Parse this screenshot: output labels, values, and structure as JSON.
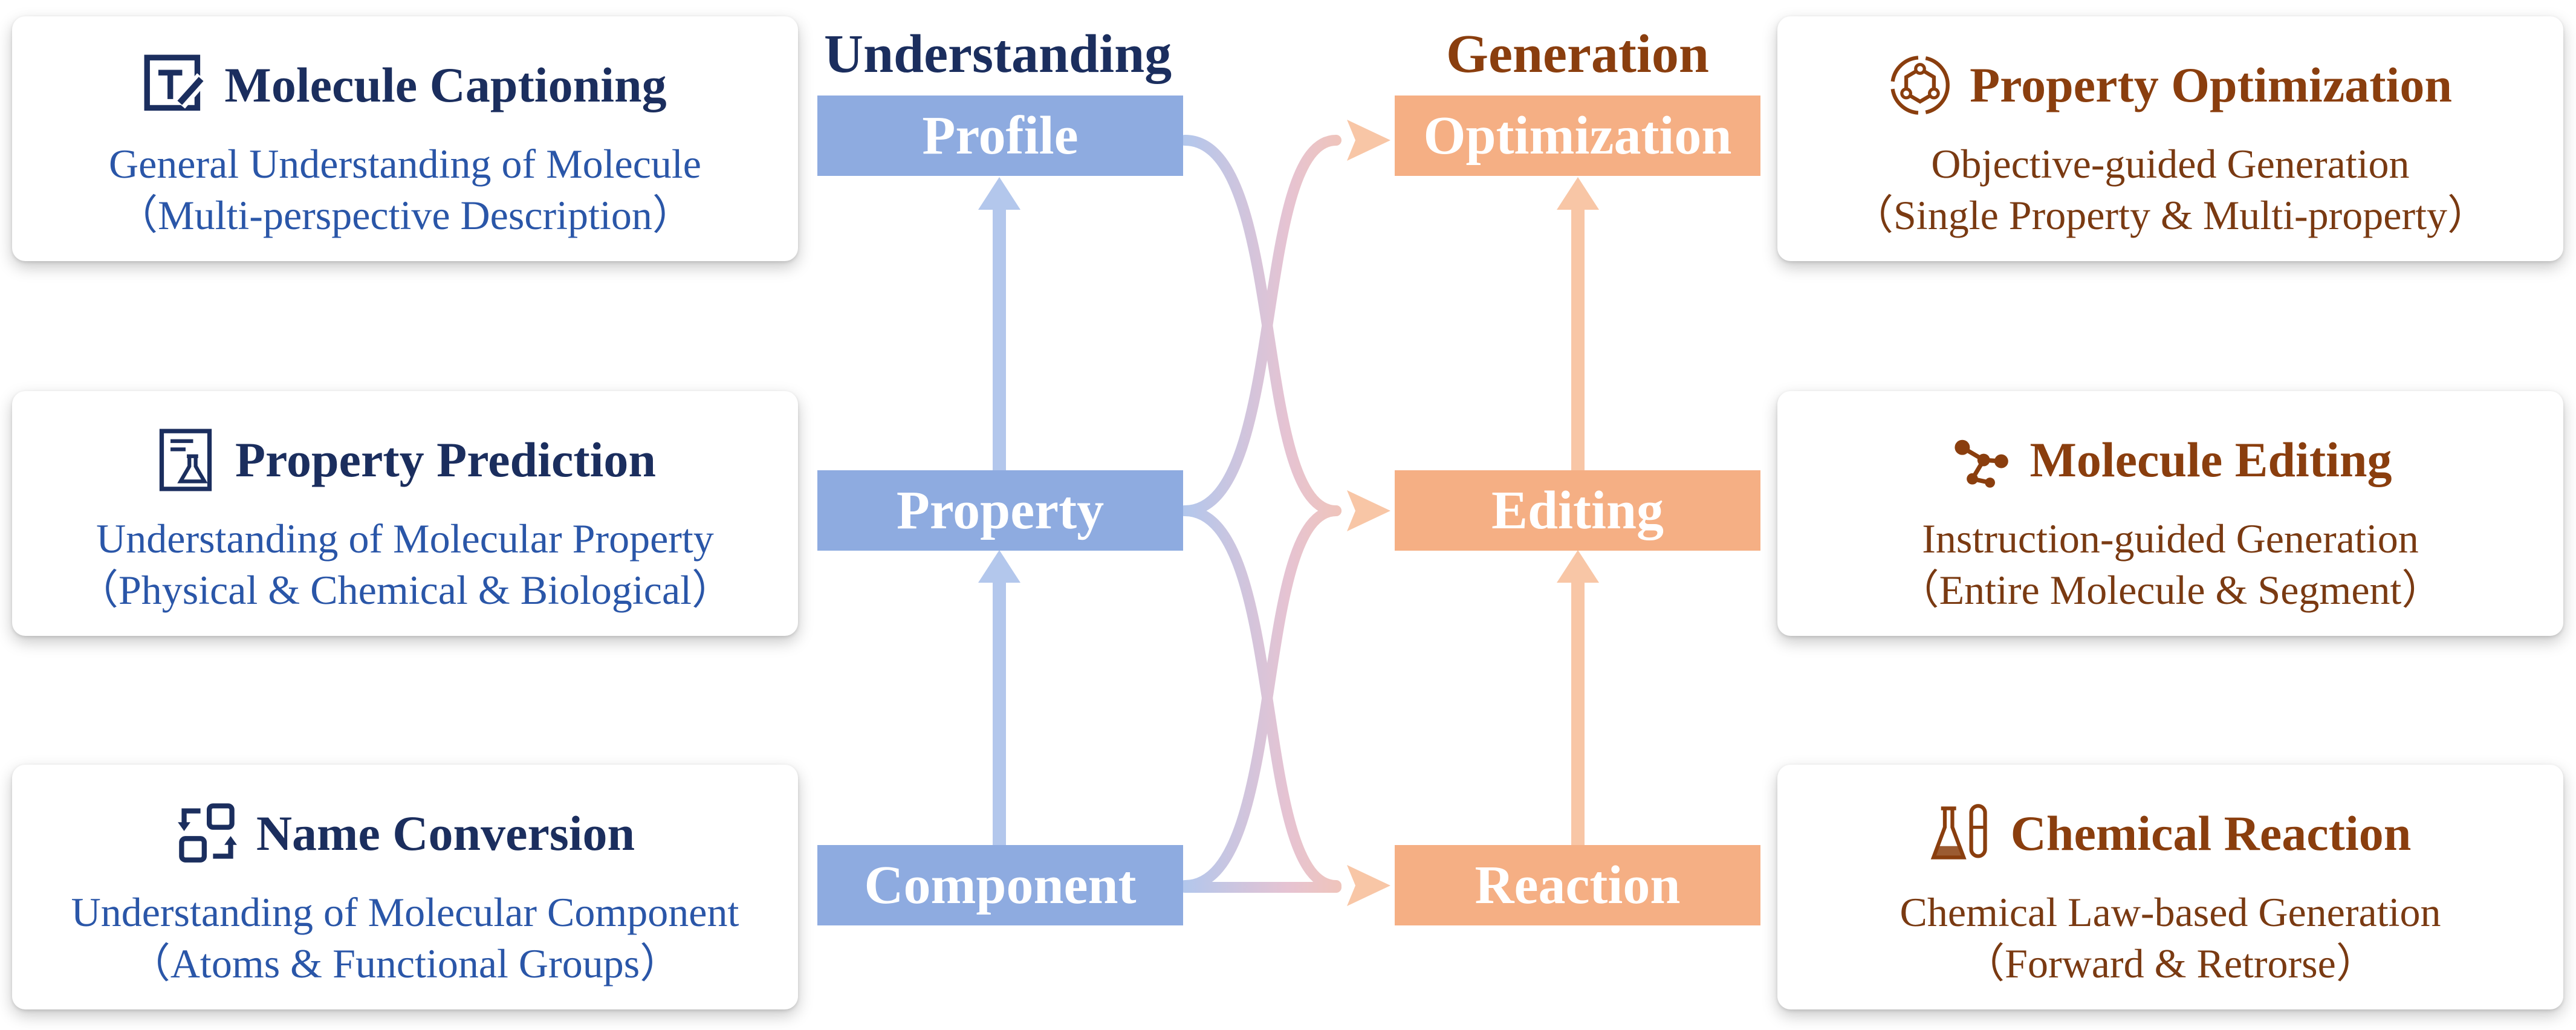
{
  "headers": {
    "understanding": "Understanding",
    "generation": "Generation"
  },
  "understanding_nodes": {
    "profile": "Profile",
    "property": "Property",
    "component": "Component"
  },
  "generation_nodes": {
    "optimization": "Optimization",
    "editing": "Editing",
    "reaction": "Reaction"
  },
  "left_cards": [
    {
      "title": "Molecule Captioning",
      "subtitle": "General Understanding of Molecule",
      "detail": "（Multi-perspective Description）",
      "icon": "text-edit-icon"
    },
    {
      "title": "Property Prediction",
      "subtitle": "Understanding of Molecular Property",
      "detail": "（Physical & Chemical & Biological）",
      "icon": "lab-report-icon"
    },
    {
      "title": "Name Conversion",
      "subtitle": "Understanding of Molecular Component",
      "detail": "（Atoms & Functional Groups）",
      "icon": "convert-icon"
    }
  ],
  "right_cards": [
    {
      "title": "Property Optimization",
      "subtitle": "Objective-guided Generation",
      "detail": "（Single Property & Multi-property）",
      "icon": "molecule-optimize-icon"
    },
    {
      "title": "Molecule Editing",
      "subtitle": "Instruction-guided Generation",
      "detail": "（Entire Molecule & Segment）",
      "icon": "molecule-graph-icon"
    },
    {
      "title": "Chemical Reaction",
      "subtitle": "Chemical Law-based Generation",
      "detail": "（Forward & Retrorse）",
      "icon": "flask-tube-icon"
    }
  ],
  "colors": {
    "understanding_node": "#8eabe0",
    "generation_node": "#f5af84",
    "understanding_arrow": "#b3c7ec",
    "generation_arrow": "#f8c6a6",
    "left_title": "#1b2e5e",
    "left_text": "#2a56a8",
    "right_title": "#8a3e0e",
    "right_text": "#7a3a12"
  }
}
